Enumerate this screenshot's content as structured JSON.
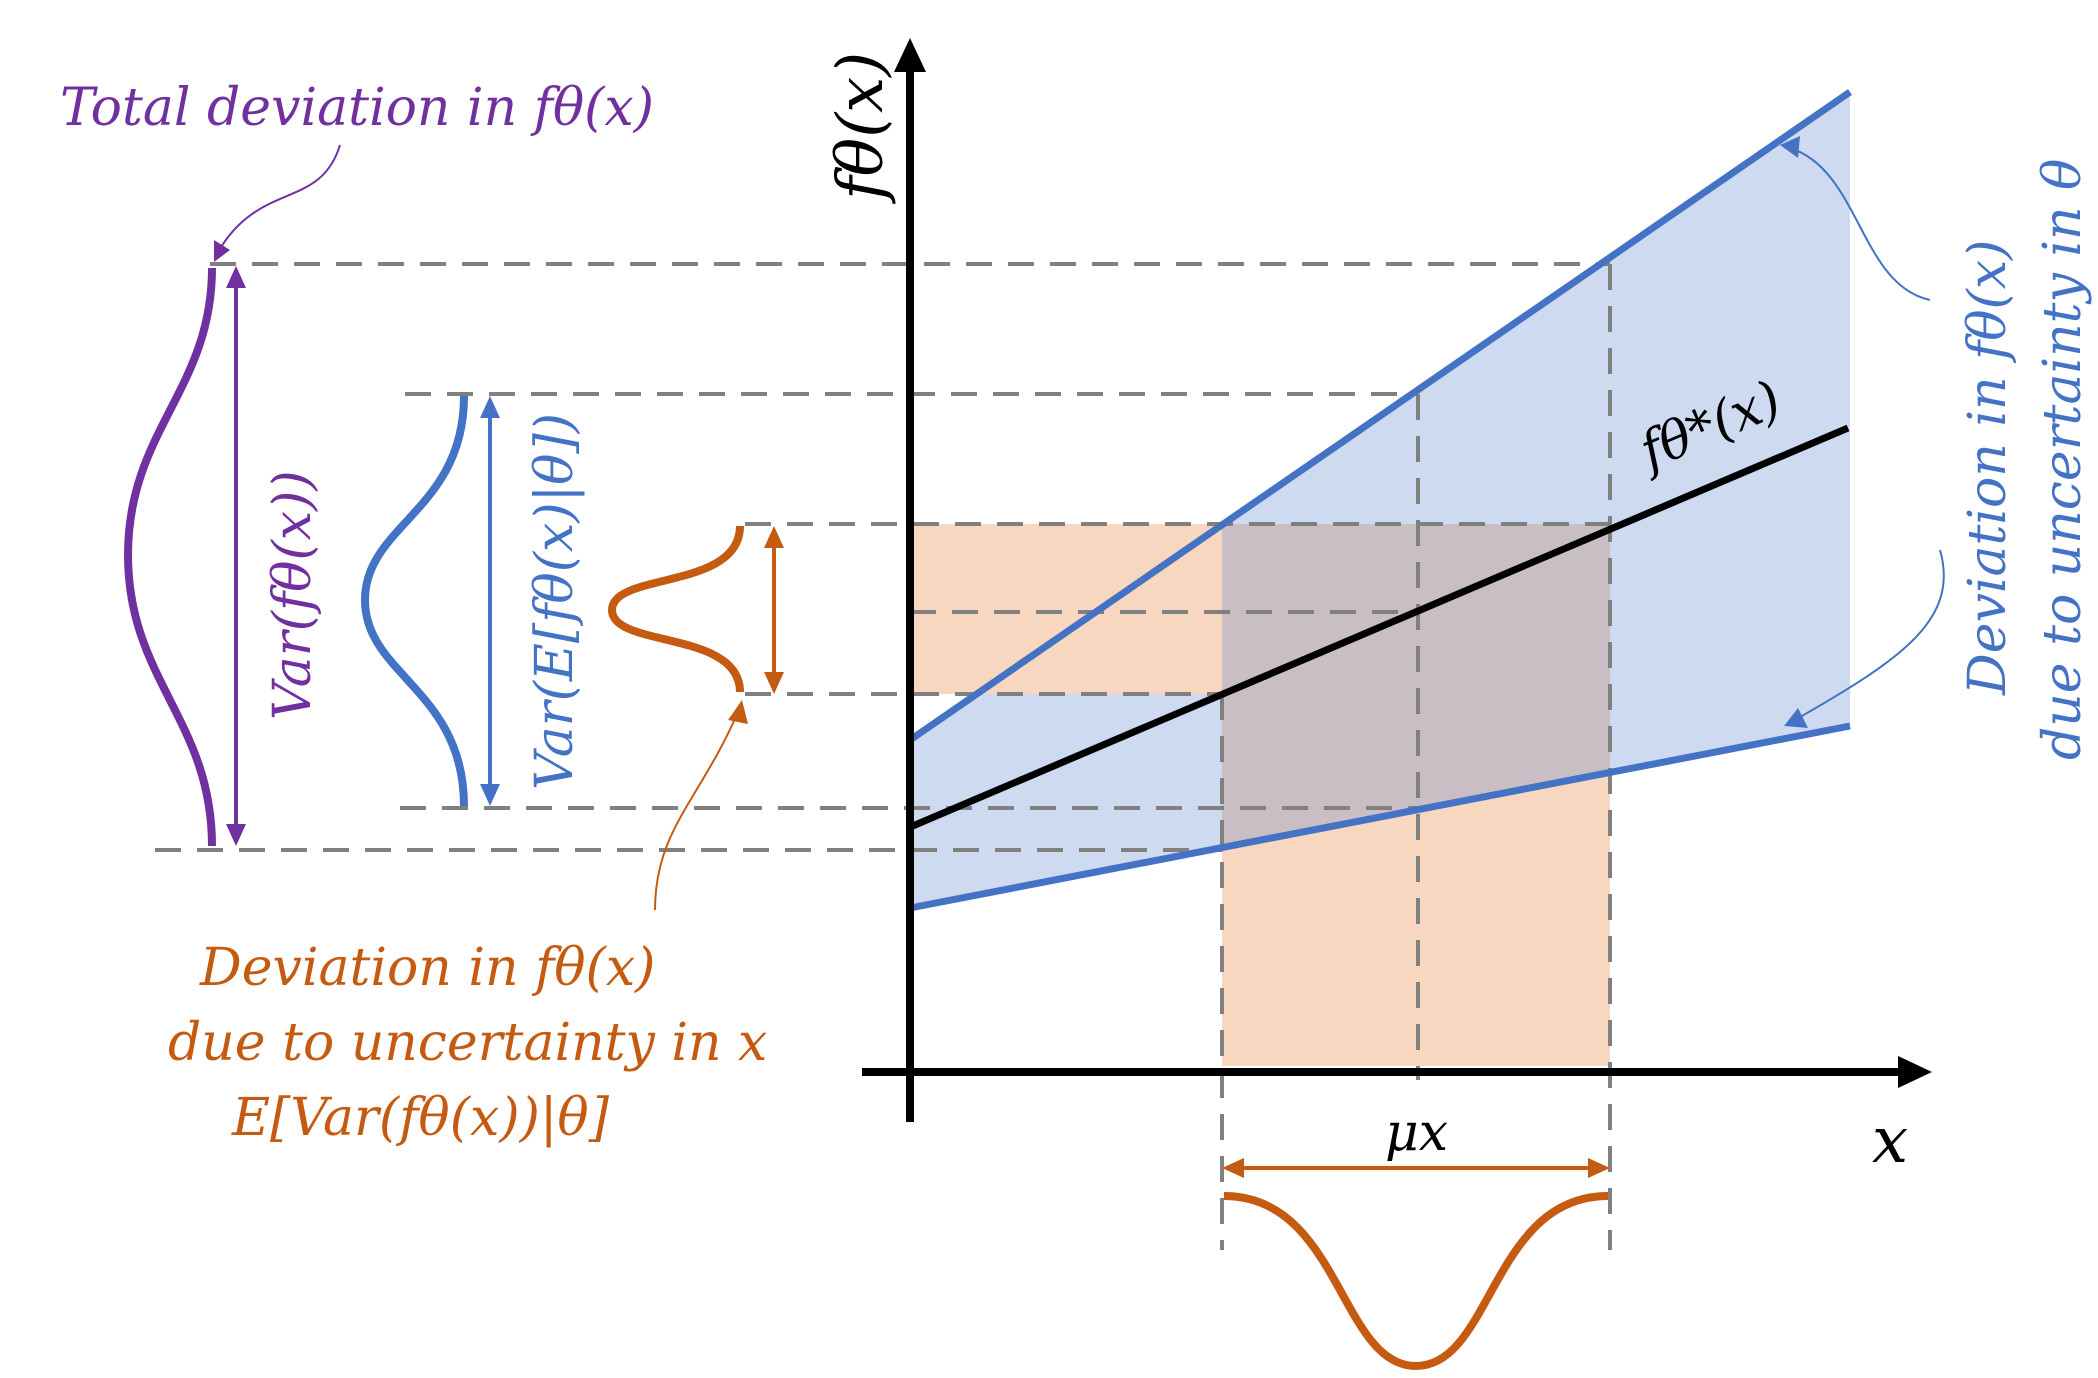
{
  "labels": {
    "y_axis": "fθ(x)",
    "x_axis": "x",
    "mu": "μx",
    "line_label": "fθ*(x)",
    "total": "Total deviation in fθ(x)",
    "var_total": "Var(fθ(x))",
    "var_exp": "Var(E[fθ(x)|θ])",
    "dev_x_line1": "Deviation in fθ(x)",
    "dev_x_line2": "due to uncertainty in x",
    "dev_x_line3": "E[Var(fθ(x))|θ]",
    "dev_theta_line1": "Deviation in fθ(x)",
    "dev_theta_line2": "due to uncertainty in θ"
  },
  "colors": {
    "purple": "#7030A0",
    "blue": "#4472C4",
    "orange": "#C55A11",
    "band_fill": "#CDDAF0",
    "orange_fill": "#F8D7C1",
    "overlap_fill": "#C9BEC4",
    "dash": "#808080",
    "axis": "#000000"
  }
}
